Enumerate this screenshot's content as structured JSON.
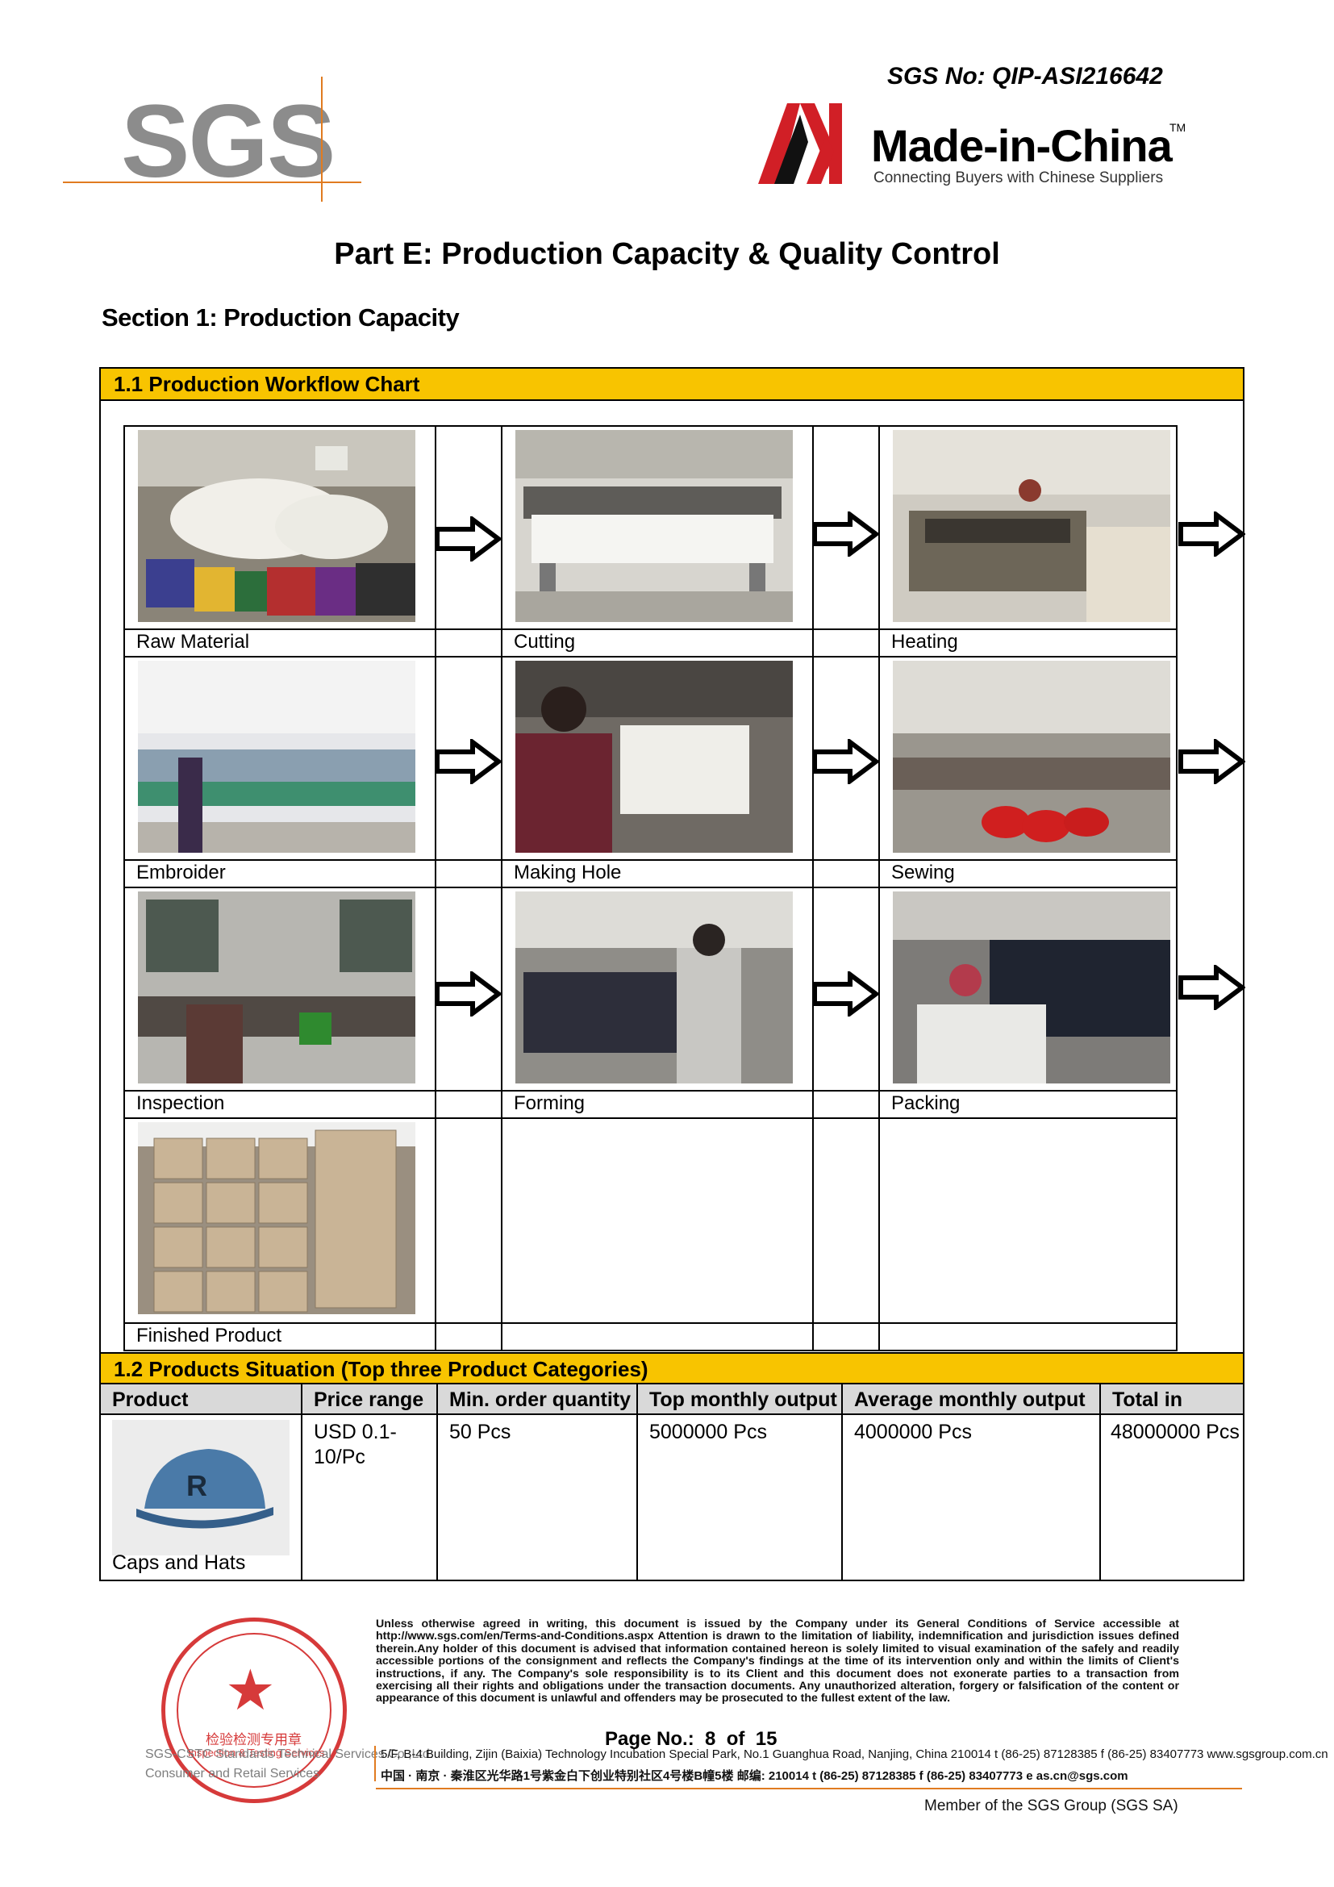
{
  "header": {
    "sgs_logo": "SGS",
    "sgs_no": "SGS No: QIP-ASI216642",
    "mic_brand": "Made-in-China",
    "mic_tm": "TM",
    "mic_tagline": "Connecting Buyers with Chinese Suppliers"
  },
  "title": "Part E: Production Capacity & Quality Control",
  "section": "Section 1: Production Capacity",
  "workflow": {
    "heading": "1.1 Production Workflow Chart",
    "steps": [
      "Raw Material",
      "Cutting",
      "Heating",
      "Embroider",
      "Making Hole",
      "Sewing",
      "Inspection",
      "Forming",
      "Packing",
      "Finished Product"
    ]
  },
  "products": {
    "heading": "1.2 Products Situation (Top three Product Categories)",
    "columns": [
      "Product",
      "Price range",
      "Min. order quantity",
      "Top monthly output",
      "Average monthly output",
      "Total in"
    ],
    "rows": [
      {
        "product": "Caps and Hats",
        "price_range": "USD 0.1-10/Pc",
        "price_line1": "USD 0.1-",
        "price_line2": "10/Pc",
        "moq": "50 Pcs",
        "top_monthly": "5000000 Pcs",
        "avg_monthly": "4000000 Pcs",
        "total": "48000000 Pcs"
      }
    ]
  },
  "footer": {
    "legal_link": "http://www.sgs.com/en/Terms-and-Conditions.aspx",
    "legal_pre": "Unless otherwise agreed in writing, this document is issued by the Company under its General Conditions of Service accessible at",
    "legal_post": "Attention is drawn to the limitation of liability, indemnification and jurisdiction issues defined therein.Any holder of this document is advised that information contained hereon is solely limited to visual examination of the safely and readily accessible portions of the consignment and reflects the Company's findings at the time of its intervention only and within the limits of Client's instructions, if any. The Company's sole responsibility is to its Client and this document does not exonerate parties to a transaction from exercising all their rights and obligations under the transaction documents. Any unauthorized alteration, forgery or falsification of the content or appearance of this document is unlawful and offenders may be prosecuted to the fullest extent of the law.",
    "page_label": "Page No.:",
    "page_num": "8",
    "page_of": "of",
    "page_total": "15",
    "company_en1": "SGS-CSTC Standards Technical Services Co.,Ltd.",
    "company_en2": "Consumer and Retail Services",
    "address_en": "5/F, B-4 Building, Zijin (Baixia) Technology Incubation Special Park, No.1 Guanghua Road, Nanjing, China 210014    t (86-25) 87128385    f (86-25) 83407773    www.sgsgroup.com.cn",
    "address_cn": "中国 · 南京 · 秦淮区光华路1号紫金白下创业特别社区4号楼B幢5楼 邮编: 210014    t (86-25) 87128385    f (86-25) 83407773    e as.cn@sgs.com",
    "stamp_text": "检验检测专用章",
    "stamp_text_en": "Inspection & Testing Services",
    "member": "Member of the SGS Group (SGS SA)"
  },
  "colors": {
    "accent_yellow": "#f8c400",
    "sgs_orange": "#e07b20",
    "mic_red": "#d11f26",
    "stamp_red": "#d63a3a"
  }
}
